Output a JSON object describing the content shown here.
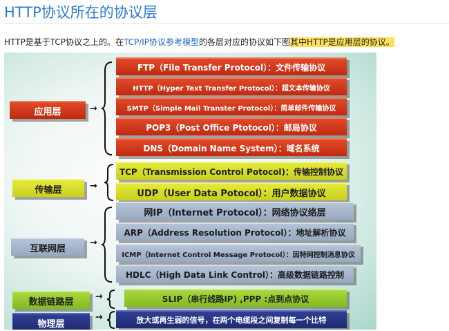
{
  "title": "HTTP协议所在的协议层",
  "intro": {
    "text1": "HTTP是基于TCP协议之上的。在",
    "link": "TCP/IP协议参考模型",
    "text2": "的各层对应的协议如下图",
    "highlight": "其中HTTP是应用层的协议。"
  },
  "layers": [
    {
      "label": "应用层",
      "color": "#c8321a",
      "protocols": [
        "FTP（File Transfer Protocol）：文件传输协议",
        "HTTP（Hyper Text Transfer Protocol）：超文本传输协议",
        "SMTP（Simple Mail Transter Protocol）：简单邮件传输协议",
        "POP3（Post Office Ptotocol）：邮局协议",
        "DNS（Domain Name System）：域名系统"
      ]
    },
    {
      "label": "传输层",
      "color": "#d6dc2a",
      "protocols": [
        "TCP（Transmission Control Potocol)：传输控制协议",
        "UDP（User Data Potocol）：用户数据协议"
      ]
    },
    {
      "label": "互联网层",
      "color": "#a3b2c8",
      "protocols": [
        "网IP（Internet Protocol）：网络协议络层",
        "ARP（Address Resolution Protocol）：地址解析协议",
        "ICMP（Internet Control Message Protocol）：因特网控制消息协议",
        "HDLC（High Data Link Control）：高级数据链路控制"
      ]
    },
    {
      "label": "数据链路层",
      "color": "#8fc42a",
      "protocols": [
        "SLIP（串行线路IP) ,PPP :点到点协议"
      ]
    },
    {
      "label": "物理层",
      "color": "#25327e",
      "protocols": [
        "放大或再生弱的信号，在两个电缆段之间复制每一个比特"
      ]
    }
  ],
  "arrow": "→"
}
